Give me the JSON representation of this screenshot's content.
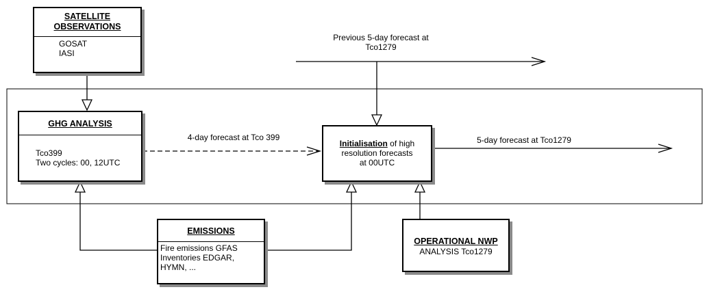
{
  "boxes": {
    "satellite": {
      "title_line1": "SATELLITE",
      "title_line2": "OBSERVATIONS",
      "items": [
        "GOSAT",
        "IASI"
      ]
    },
    "ghg_analysis": {
      "title": "GHG ANALYSIS",
      "lines": [
        "Tco399",
        "Two cycles: 00, 12UTC"
      ]
    },
    "initialisation": {
      "title_emphasis": "Initialisation",
      "title_rest": " of high",
      "lines": [
        "resolution forecasts",
        "at 00UTC"
      ]
    },
    "emissions": {
      "title": "EMISSIONS",
      "lines": [
        "Fire emissions GFAS",
        "Inventories EDGAR,",
        "HYMN, ..."
      ]
    },
    "operational_nwp": {
      "title": "OPERATIONAL NWP",
      "line": "ANALYSIS Tco1279"
    }
  },
  "arrows": {
    "previous_forecast": {
      "line1": "Previous 5-day forecast at",
      "line2": "Tco1279"
    },
    "four_day_forecast": "4-day forecast at Tco 399",
    "five_day_forecast": "5-day forecast at Tco1279"
  },
  "colors": {
    "line": "#000000",
    "shadow": "#8a8a8a",
    "background": "#ffffff"
  }
}
